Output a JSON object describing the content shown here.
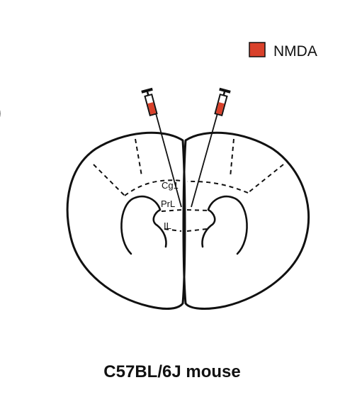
{
  "legend": {
    "label": "NMDA",
    "color": "#d9412b"
  },
  "regions": {
    "cg1": "Cg1",
    "prl": "PrL",
    "il": "IL"
  },
  "caption": "C57BL/6J mouse",
  "edge_glyph": ")",
  "colors": {
    "stroke": "#111111",
    "syringe_fill": "#d9412b"
  }
}
